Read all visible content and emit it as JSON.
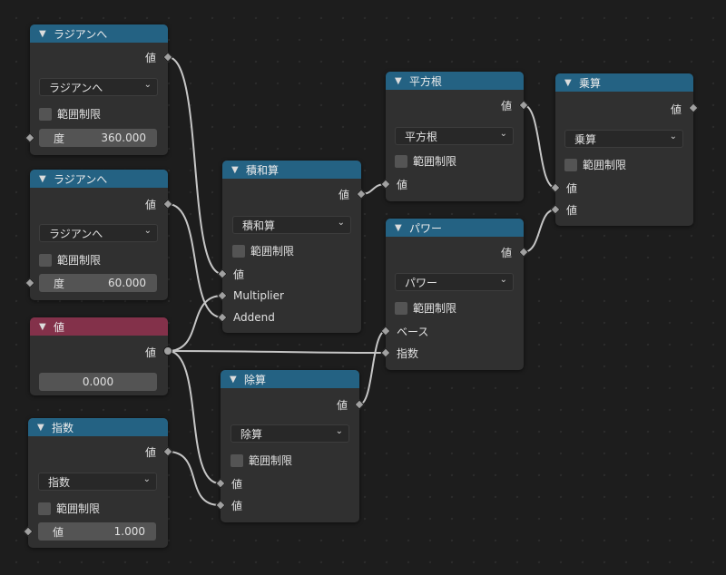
{
  "common": {
    "clamp_label": "範囲制限",
    "value_label": "値",
    "dropdown_arrow": "chevron-down-icon",
    "collapse_icon": "chevron-down-icon"
  },
  "colors": {
    "background": "#1d1d1d",
    "math_header": "#246283",
    "input_header": "#83314a",
    "node_body": "#303030",
    "link": "#c6c6c6"
  },
  "nodes": {
    "radians1": {
      "title": "ラジアンへ",
      "operation": "ラジアンへ",
      "output": "値",
      "input_label": "度",
      "input_value": "360.000"
    },
    "radians2": {
      "title": "ラジアンへ",
      "operation": "ラジアンへ",
      "output": "値",
      "input_label": "度",
      "input_value": "60.000"
    },
    "value_node": {
      "title": "値",
      "output": "値",
      "value": "0.000"
    },
    "exponent": {
      "title": "指数",
      "operation": "指数",
      "output": "値",
      "input_label": "値",
      "input_value": "1.000"
    },
    "multiply_add": {
      "title": "積和算",
      "operation": "積和算",
      "output": "値",
      "inputs": [
        "値",
        "Multiplier",
        "Addend"
      ]
    },
    "divide": {
      "title": "除算",
      "operation": "除算",
      "output": "値",
      "inputs": [
        "値",
        "値"
      ]
    },
    "sqrt": {
      "title": "平方根",
      "operation": "平方根",
      "output": "値",
      "inputs": [
        "値"
      ]
    },
    "power": {
      "title": "パワー",
      "operation": "パワー",
      "output": "値",
      "inputs": [
        "ベース",
        "指数"
      ]
    },
    "multiply": {
      "title": "乗算",
      "operation": "乗算",
      "output": "値",
      "inputs": [
        "値",
        "値"
      ]
    }
  }
}
